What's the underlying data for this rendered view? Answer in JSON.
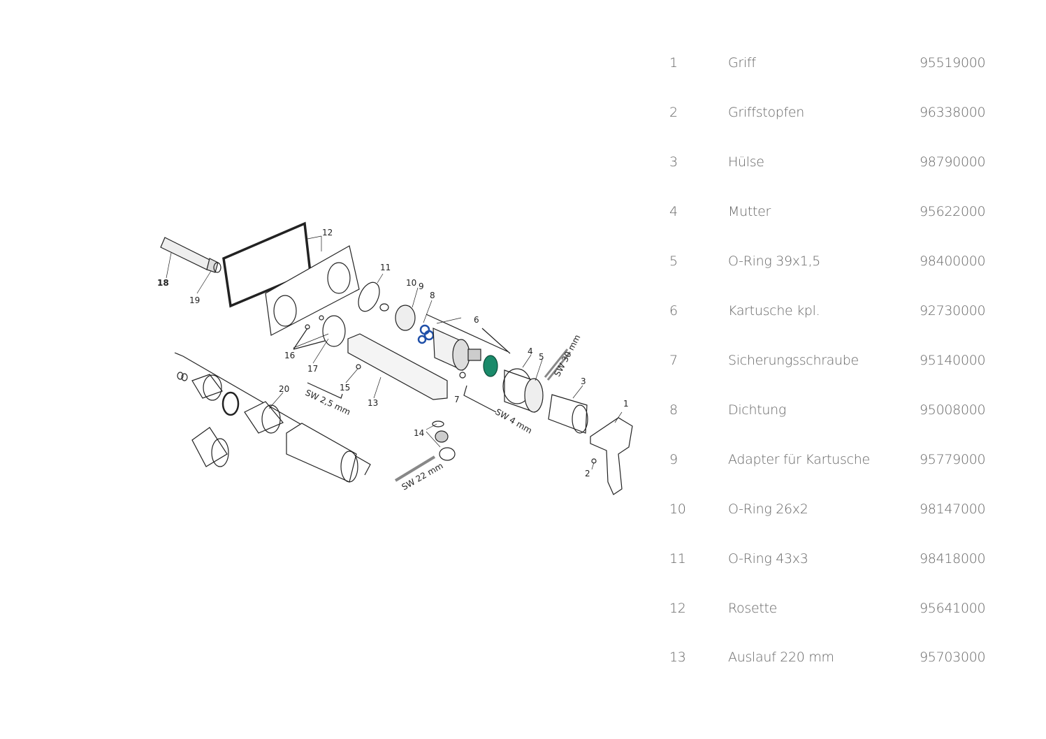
{
  "diagram": {
    "labels": [
      "1",
      "2",
      "3",
      "4",
      "5",
      "6",
      "7",
      "8",
      "9",
      "10",
      "11",
      "12",
      "13",
      "14",
      "15",
      "16",
      "17",
      "18",
      "19",
      "20"
    ],
    "tools": [
      "SW 2,5 mm",
      "SW 4 mm",
      "SW 30 mm",
      "SW 22 mm"
    ],
    "colors": {
      "seal": "#1f4fa8",
      "nut": "#1a8a6a",
      "line": "#222222"
    }
  },
  "parts": [
    {
      "no": "1",
      "name": "Griff",
      "part_no": "95519000"
    },
    {
      "no": "2",
      "name": "Griffstopfen",
      "part_no": "96338000"
    },
    {
      "no": "3",
      "name": "Hülse",
      "part_no": "98790000"
    },
    {
      "no": "4",
      "name": "Mutter",
      "part_no": "95622000"
    },
    {
      "no": "5",
      "name": "O-Ring 39x1,5",
      "part_no": "98400000"
    },
    {
      "no": "6",
      "name": "Kartusche kpl.",
      "part_no": "92730000"
    },
    {
      "no": "7",
      "name": "Sicherungsschraube",
      "part_no": "95140000"
    },
    {
      "no": "8",
      "name": "Dichtung",
      "part_no": "95008000"
    },
    {
      "no": "9",
      "name": "Adapter für Kartusche",
      "part_no": "95779000"
    },
    {
      "no": "10",
      "name": "O-Ring 26x2",
      "part_no": "98147000"
    },
    {
      "no": "11",
      "name": "O-Ring 43x3",
      "part_no": "98418000"
    },
    {
      "no": "12",
      "name": "Rosette",
      "part_no": "95641000"
    },
    {
      "no": "13",
      "name": "Auslauf 220 mm",
      "part_no": "95703000"
    }
  ]
}
